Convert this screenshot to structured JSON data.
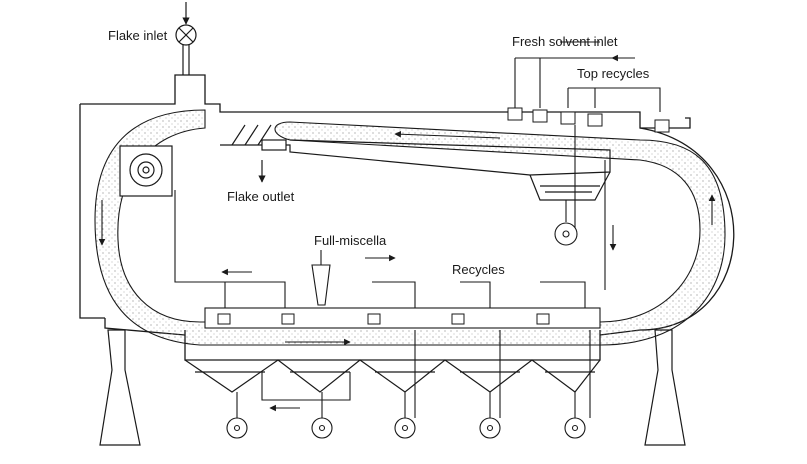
{
  "labels": {
    "flake_inlet": "Flake inlet",
    "fresh_solvent_inlet": "Fresh solvent inlet",
    "top_recycles": "Top recycles",
    "flake_outlet": "Flake outlet",
    "full_miscella": "Full-miscella",
    "recycles": "Recycles"
  },
  "colors": {
    "line": "#1a1a1a",
    "flake_stipple": "#9a9a9a",
    "background": "#ffffff",
    "watermark": "#e4e4e4"
  }
}
